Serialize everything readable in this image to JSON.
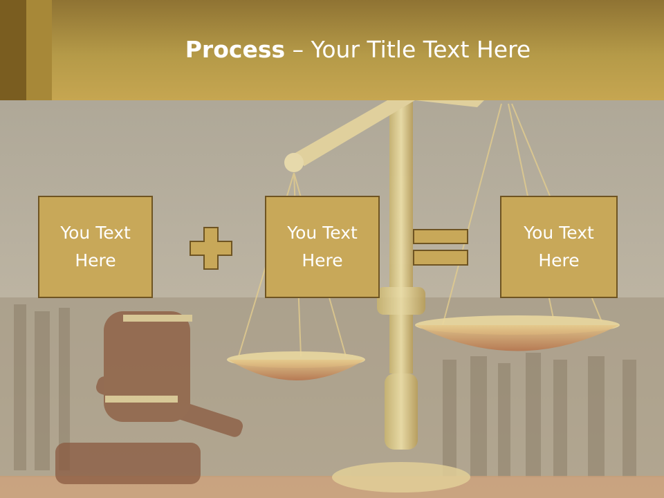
{
  "title": {
    "bold": "Process",
    "rest": " – Your Title Text Here"
  },
  "boxes": [
    {
      "text": "You Text Here"
    },
    {
      "text": "You Text Here"
    },
    {
      "text": "You Text Here"
    }
  ],
  "operators": [
    "plus-icon",
    "equals-icon"
  ],
  "colors": {
    "header": "#b59a48",
    "box_fill": "#c8a859",
    "box_border": "#6e5422",
    "operator": "#c8a859"
  }
}
